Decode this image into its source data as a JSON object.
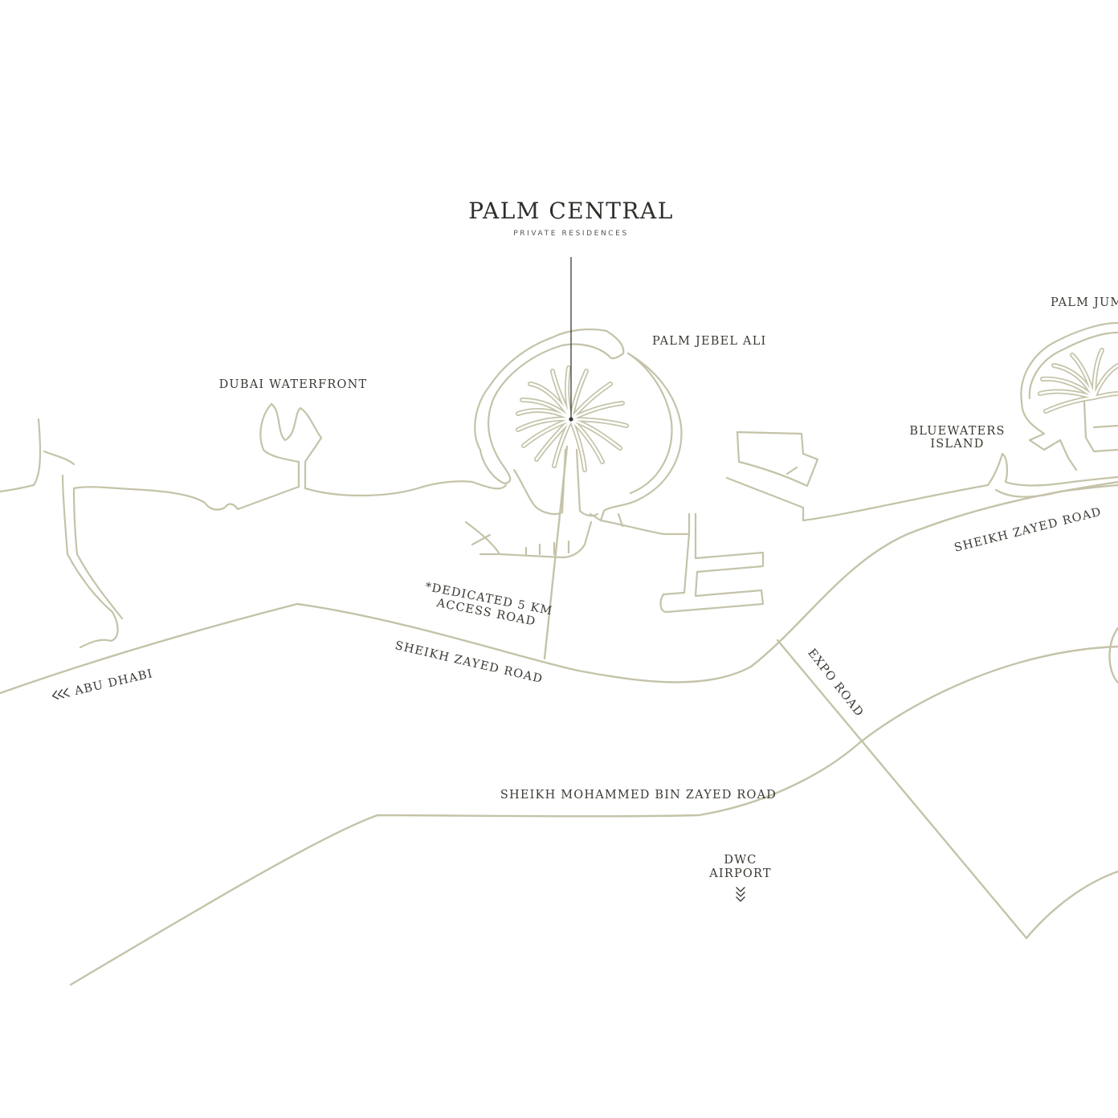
{
  "brand": {
    "title": "PALM CENTRAL",
    "subtitle": "PRIVATE RESIDENCES"
  },
  "labels": {
    "palm_jebel_ali": "PALM JEBEL ALI",
    "palm_jumeirah": "PALM JUMEIRAH",
    "dubai_waterfront": "DUBAI WATERFRONT",
    "bluewaters_line1": "BLUEWATERS",
    "bluewaters_line2": "ISLAND",
    "access_line1": "*DEDICATED 5 KM",
    "access_line2": "ACCESS ROAD",
    "sheikh_zayed_road_left": "SHEIKH ZAYED ROAD",
    "sheikh_zayed_road_right": "SHEIKH ZAYED ROAD",
    "abu_dhabi": "ABU DHABI",
    "expo_road": "EXPO ROAD",
    "mbz_road": "SHEIKH MOHAMMED BIN ZAYED ROAD",
    "dwc_line1": "DWC",
    "dwc_line2": "AIRPORT"
  },
  "icons": {
    "abu_dhabi_arrow": "double-chevron-left-icon",
    "dwc_arrow": "double-chevron-down-icon"
  },
  "colors": {
    "line": "#c4c3a9",
    "text": "#3a3a34",
    "background": "#ffffff"
  }
}
